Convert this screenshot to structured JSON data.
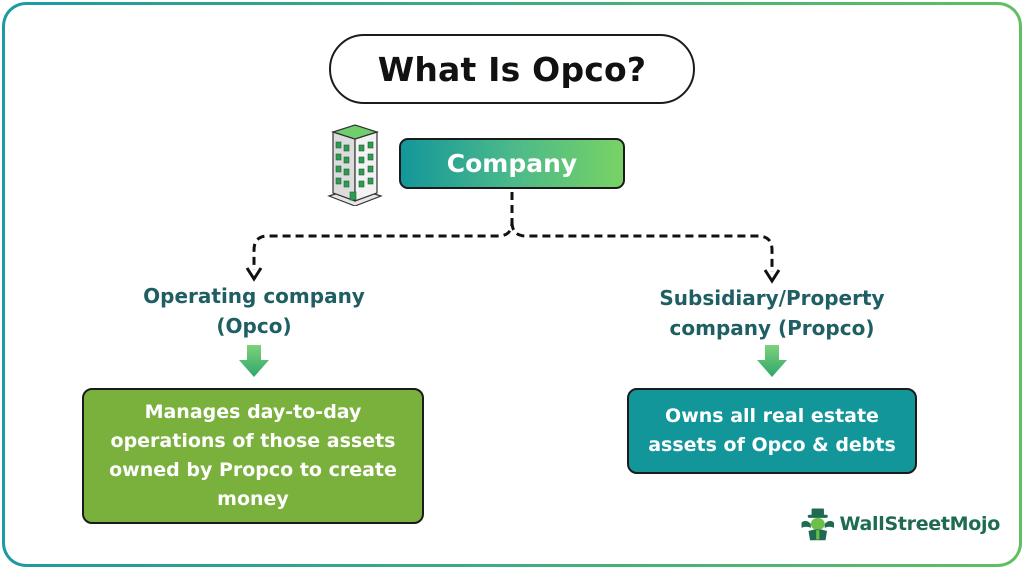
{
  "title": "What Is Opco?",
  "root": {
    "label": "Company",
    "icon": "office-building-icon"
  },
  "branches": [
    {
      "label_line1": "Operating company",
      "label_line2": "(Opco)",
      "description": "Manages day-to-day operations of those assets owned by Propco to create money"
    },
    {
      "label_line1": "Subsidiary/Property",
      "label_line2": "company (Propco)",
      "description": "Owns all real estate assets of Opco & debts"
    }
  ],
  "brand": {
    "name": "WallStreetMojo",
    "icon": "wallstreetmojo-logo-icon"
  },
  "colors": {
    "frame_gradient_start": "#1e9aa0",
    "frame_gradient_end": "#61bf62",
    "company_gradient_start": "#14979a",
    "company_gradient_end": "#78d265",
    "branch_label": "#1f5f63",
    "left_box": "#7ab03c",
    "right_box": "#12969a",
    "arrow_top": "#7ed27a",
    "arrow_bottom": "#2fa66c"
  }
}
